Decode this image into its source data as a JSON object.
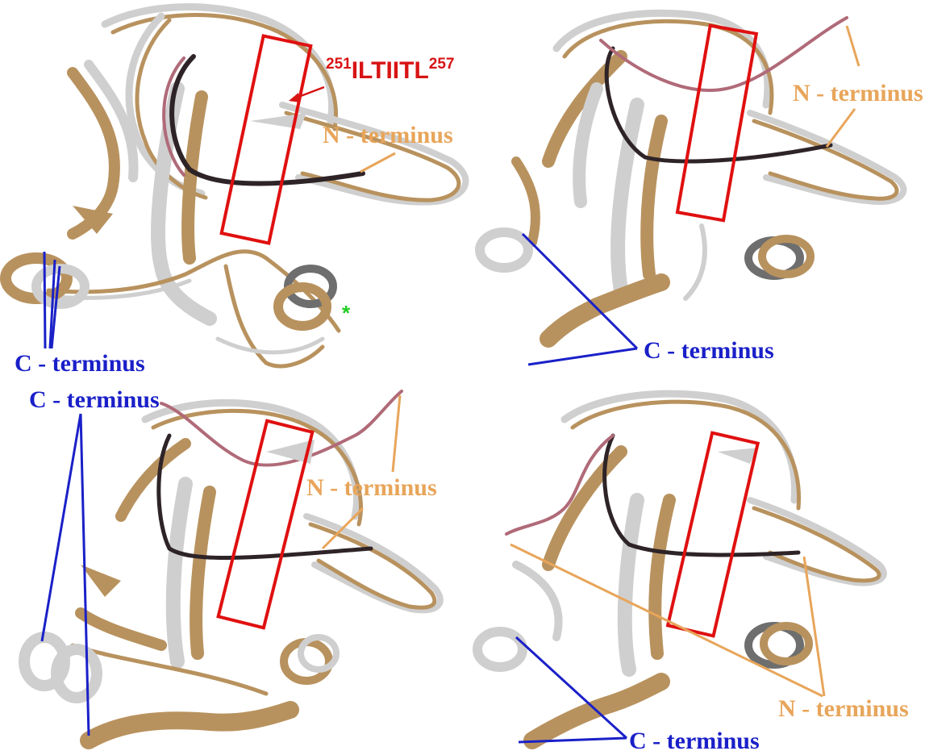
{
  "labels": {
    "sequence_start": "251",
    "sequence": "ILTIITL",
    "sequence_end": "257",
    "n_terminus": "N - terminus",
    "c_terminus": "C - terminus",
    "star": "*"
  },
  "colors": {
    "structure_a": "#b8925e",
    "structure_b": "#cfcfcf",
    "loop_dark": "#2e2428",
    "loop_pink": "#b06a78",
    "highlight_box": "#e01010",
    "c_terminus": "#1a20c8",
    "n_terminus": "#e8a55a",
    "marker": "#22cc22"
  }
}
